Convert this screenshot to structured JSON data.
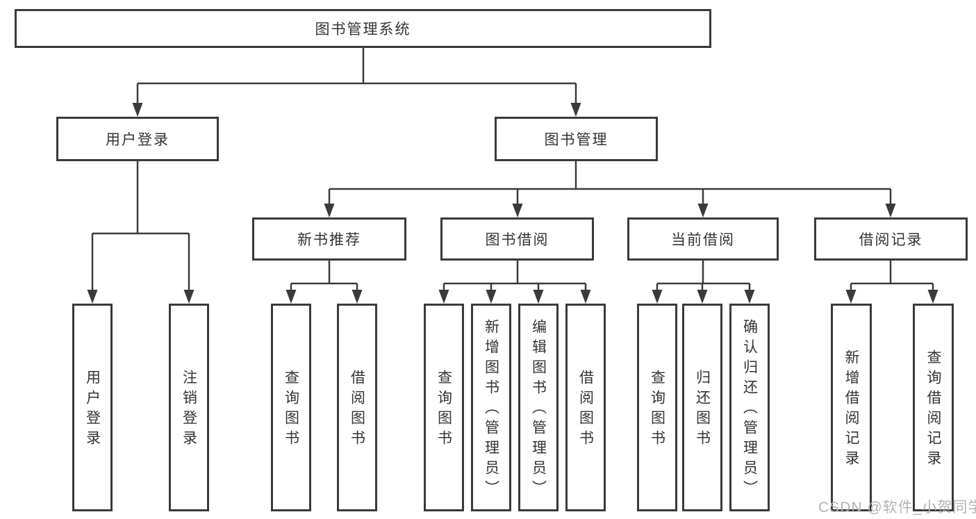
{
  "diagram": {
    "type": "hierarchy-tree",
    "watermark": "CSDN @软件_小贺同学",
    "colors": {
      "line": "#3a3a3a",
      "box_border": "#3a3a3a",
      "box_fill": "#ffffff",
      "text": "#333333",
      "watermark": "#b3b3b3",
      "background": "#ffffff"
    },
    "tree": {
      "label": "图书管理系统",
      "children": [
        {
          "label": "用户登录",
          "children": [
            {
              "label": "用户登录"
            },
            {
              "label": "注销登录"
            }
          ]
        },
        {
          "label": "图书管理",
          "children": [
            {
              "label": "新书推荐",
              "children": [
                {
                  "label": "查询图书"
                },
                {
                  "label": "借阅图书"
                }
              ]
            },
            {
              "label": "图书借阅",
              "children": [
                {
                  "label": "查询图书"
                },
                {
                  "label": "新增图书（管理员）"
                },
                {
                  "label": "编辑图书（管理员）"
                },
                {
                  "label": "借阅图书"
                }
              ]
            },
            {
              "label": "当前借阅",
              "children": [
                {
                  "label": "查询图书"
                },
                {
                  "label": "归还图书"
                },
                {
                  "label": "确认归还（管理员）"
                }
              ]
            },
            {
              "label": "借阅记录",
              "children": [
                {
                  "label": "新增借阅记录"
                },
                {
                  "label": "查询借阅记录"
                }
              ]
            }
          ]
        }
      ]
    }
  }
}
